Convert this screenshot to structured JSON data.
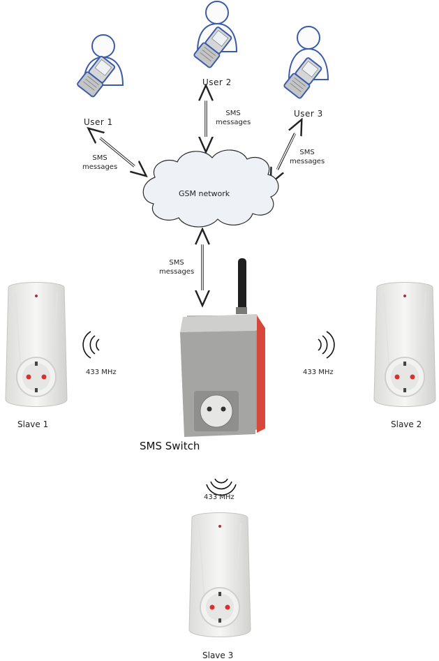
{
  "users": [
    {
      "label": "User 1"
    },
    {
      "label": "User 2"
    },
    {
      "label": "User 3"
    }
  ],
  "sms_labels": {
    "line1": "SMS",
    "line2": "messages"
  },
  "network": {
    "label": "GSM network"
  },
  "switch": {
    "label": "SMS Switch"
  },
  "radio": {
    "label": "433 MHz"
  },
  "slaves": [
    {
      "label": "Slave 1"
    },
    {
      "label": "Slave 2"
    },
    {
      "label": "Slave 3"
    }
  ],
  "colors": {
    "user_outline": "#3b5ba8",
    "switch_body": "#a9aaa8",
    "switch_side": "#d8483a",
    "plug_body": "#eeeeec",
    "socket_pin": "#d83030"
  }
}
